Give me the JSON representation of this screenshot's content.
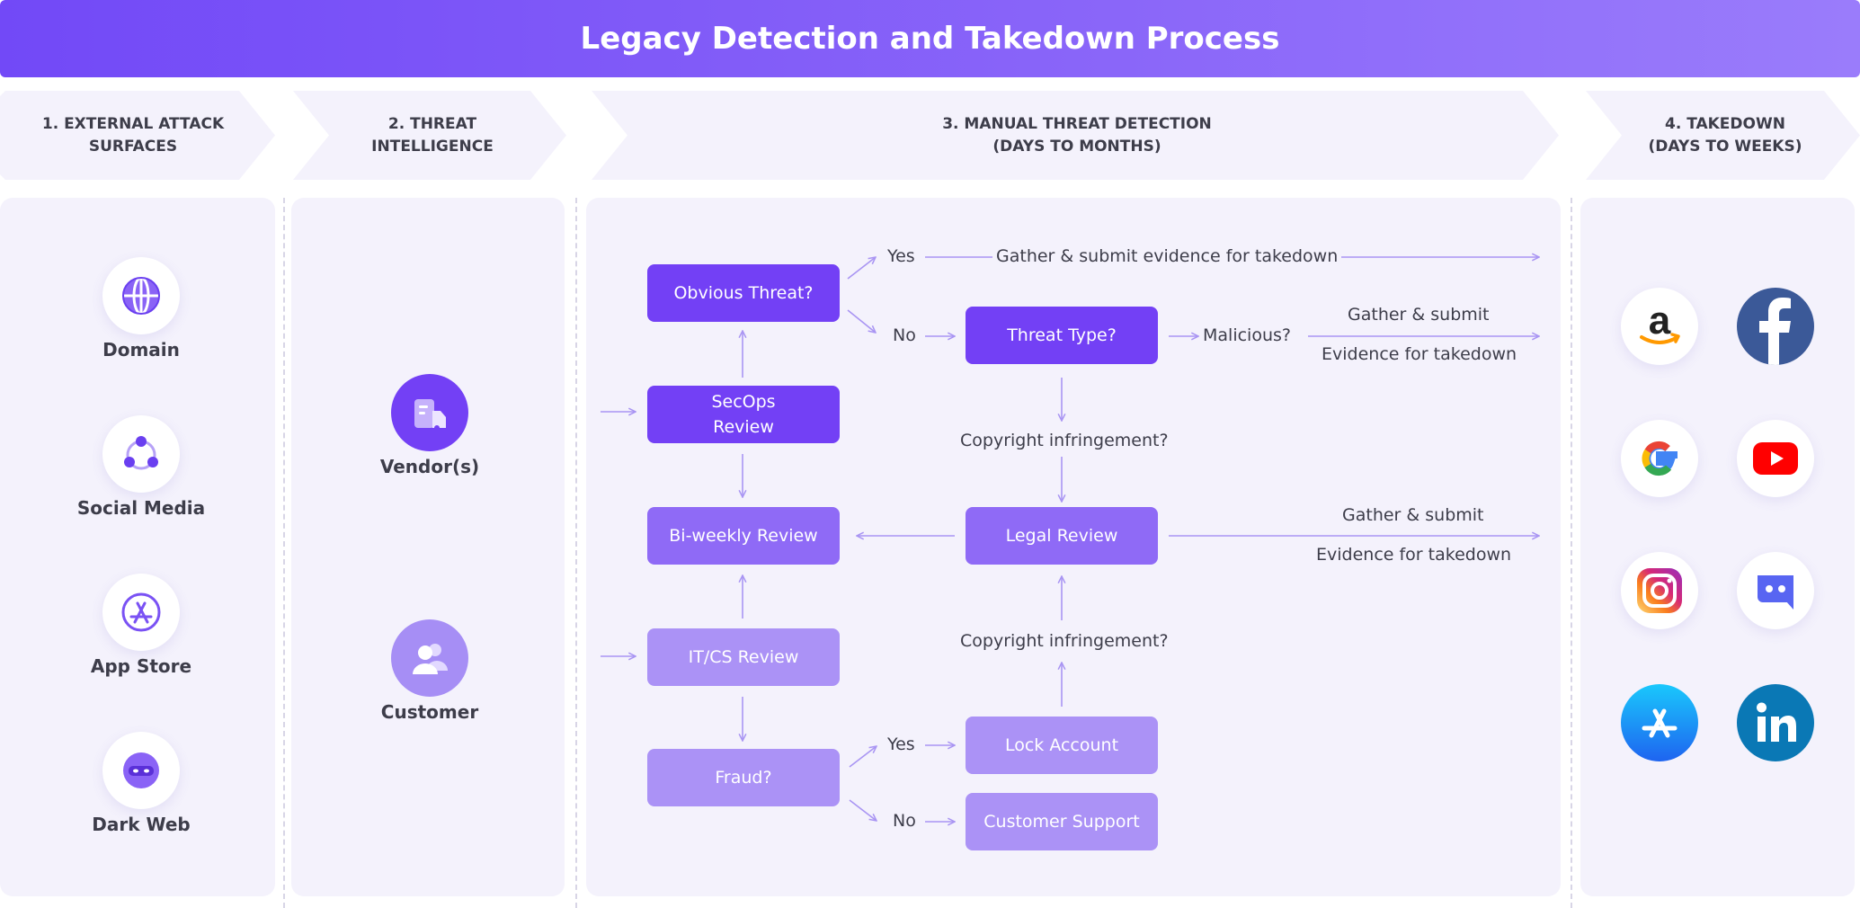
{
  "title": "Legacy Detection and Takedown Process",
  "stages": [
    {
      "label": "1. EXTERNAL ATTACK\nSURFACES"
    },
    {
      "label": "2. THREAT\nINTELLIGENCE"
    },
    {
      "label": "3. MANUAL THREAT DETECTION\n(DAYS TO MONTHS)"
    },
    {
      "label": "4. TAKEDOWN\n(DAYS TO WEEKS)"
    }
  ],
  "surfaces": [
    {
      "label": "Domain",
      "icon": "globe-icon"
    },
    {
      "label": "Social Media",
      "icon": "share-network-icon"
    },
    {
      "label": "App Store",
      "icon": "app-store-icon"
    },
    {
      "label": "Dark Web",
      "icon": "masked-face-icon"
    }
  ],
  "intelligence": [
    {
      "label": "Vendor(s)",
      "icon": "vendor-truck-icon"
    },
    {
      "label": "Customer",
      "icon": "users-icon"
    }
  ],
  "flow": {
    "obvious_threat": "Obvious Threat?",
    "secops_review": "SecOps\nReview",
    "biweekly_review": "Bi-weekly Review",
    "itcs_review": "IT/CS Review",
    "fraud": "Fraud?",
    "threat_type": "Threat Type?",
    "legal_review": "Legal Review",
    "lock_account": "Lock Account",
    "customer_support": "Customer Support",
    "yes_1": "Yes",
    "no_1": "No",
    "yes_2": "Yes",
    "no_2": "No",
    "malicious": "Malicious?",
    "copyright_1": "Copyright infringement?",
    "copyright_2": "Copyright infringement?",
    "gather_full": "Gather & submit evidence for takedown",
    "gather_top_1": "Gather & submit",
    "gather_bottom_1": "Evidence for takedown",
    "gather_top_2": "Gather & submit",
    "gather_bottom_2": "Evidence for takedown"
  },
  "takedown_platforms": [
    "amazon-icon",
    "facebook-icon",
    "google-icon",
    "youtube-icon",
    "instagram-icon",
    "discord-icon",
    "app-store-icon",
    "linkedin-icon"
  ],
  "colors": {
    "primary": "#7340f5",
    "mid": "#8f6af6",
    "light": "#ab92f6",
    "panel": "#f4f2fc",
    "arrow": "#a995f3"
  }
}
